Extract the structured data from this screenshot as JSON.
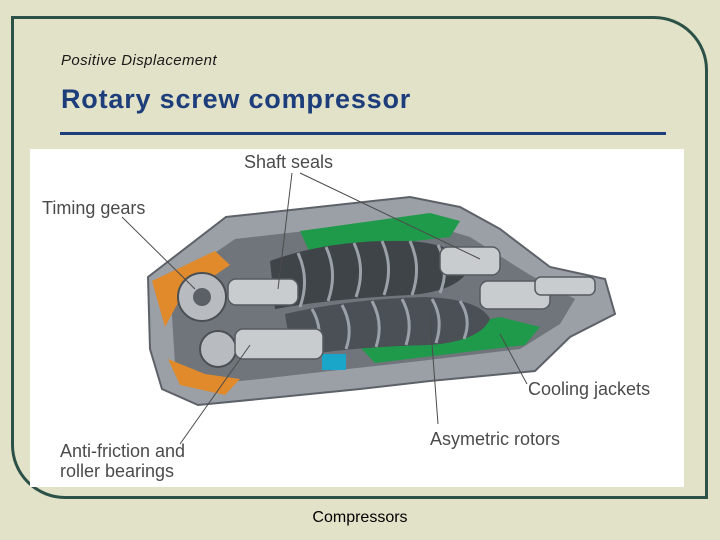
{
  "slide": {
    "supertitle": "Positive Displacement",
    "title": "Rotary screw compressor",
    "footer": "Compressors"
  },
  "figure": {
    "labels": {
      "shaft_seals": "Shaft seals",
      "timing_gears": "Timing gears",
      "cooling_jackets": "Cooling jackets",
      "asymetric_rotors": "Asymetric rotors",
      "bearings_line1": "Anti-friction and",
      "bearings_line2": "roller bearings"
    }
  },
  "colors": {
    "background": "#e2e2c8",
    "frame": "#2c5248",
    "title": "#1d3e7a",
    "casing": "#8a9097",
    "jacket_green": "#1f9a4a",
    "timing_orange": "#e08a2c",
    "coolant_cyan": "#1aa6c9"
  }
}
